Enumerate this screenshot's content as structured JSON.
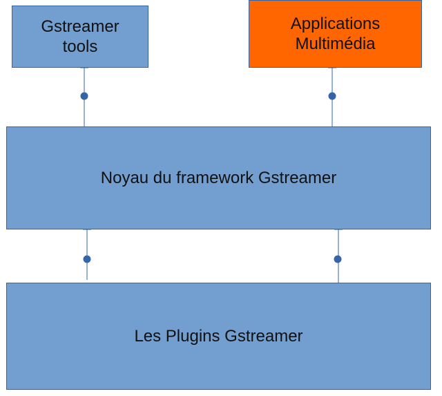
{
  "diagram": {
    "nodes": {
      "tools": {
        "label": "Gstreamer\ntools"
      },
      "apps": {
        "label": "Applications\nMultimédia"
      },
      "core": {
        "label": "Noyau du framework Gstreamer"
      },
      "plugins": {
        "label": "Les Plugins Gstreamer"
      }
    },
    "colors": {
      "blue_fill": "#729fcf",
      "orange_fill": "#ff6600",
      "line": "#3465a4"
    },
    "edges": [
      {
        "from": "tools",
        "to": "core"
      },
      {
        "from": "apps",
        "to": "core"
      },
      {
        "from": "core",
        "to": "plugins"
      },
      {
        "from": "core",
        "to": "plugins"
      }
    ]
  }
}
